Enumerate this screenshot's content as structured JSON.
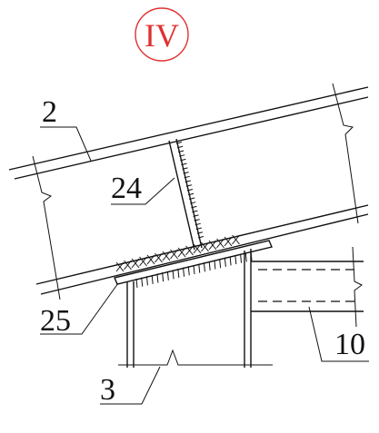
{
  "detail_mark": {
    "text": "IV",
    "color": "#e03131"
  },
  "labels": {
    "beam": "2",
    "stiffener": "24",
    "bearing_plate": "25",
    "column": "3",
    "side_beam": "10"
  },
  "colors": {
    "line": "#111111",
    "background": "#ffffff"
  }
}
